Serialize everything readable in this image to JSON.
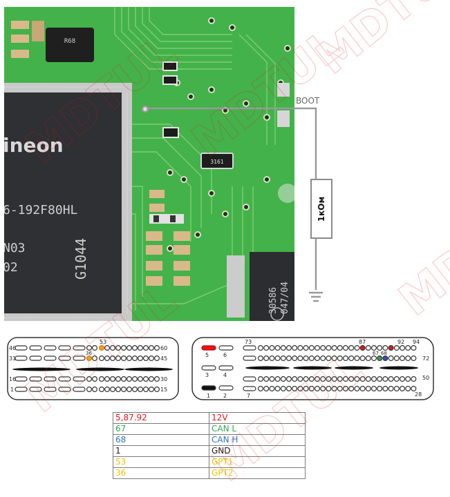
{
  "photo": {
    "chip_brand": "ineon",
    "chip_part": "6-192F80HL",
    "chip_line3": "N03",
    "chip_line4": "02",
    "chip_code": "G1044",
    "resistor_code": "3161",
    "inductor_code": "R68",
    "bosch_chip_line1": "30586",
    "bosch_chip_line2": "047/04"
  },
  "annotation": {
    "boot_label": "BOOT",
    "resistor_label": "1кОм"
  },
  "left_connector": {
    "pin_labels": [
      "46",
      "60",
      "31",
      "45",
      "16",
      "30",
      "1",
      "15",
      "53",
      "36"
    ]
  },
  "right_connector": {
    "pin_labels": [
      "5",
      "6",
      "3",
      "4",
      "1",
      "2",
      "73",
      "87",
      "92",
      "94",
      "67",
      "68",
      "72",
      "50",
      "7",
      "28"
    ]
  },
  "legend": {
    "rows": [
      {
        "pins": "5,87.92",
        "signal": "12V",
        "color": "#e8141b"
      },
      {
        "pins": "67",
        "signal": "CAN L",
        "color": "#2fa84f"
      },
      {
        "pins": "68",
        "signal": "CAN H",
        "color": "#2a74c9"
      },
      {
        "pins": "1",
        "signal": "GND",
        "color": "#222222"
      },
      {
        "pins": "53",
        "signal": "GPT1",
        "color": "#f2c200"
      },
      {
        "pins": "36",
        "signal": "GPT2",
        "color": "#f2c200"
      }
    ]
  },
  "watermark": {
    "text": "MDTUL",
    "color": "#e8141b"
  },
  "colors": {
    "pcb_green": "#3fae45",
    "chip_dark": "#2e3033",
    "pin_red": "#e8141b",
    "pin_orange": "#f0a020",
    "pin_green": "#2fa84f",
    "pin_blue": "#3a4cc0"
  }
}
